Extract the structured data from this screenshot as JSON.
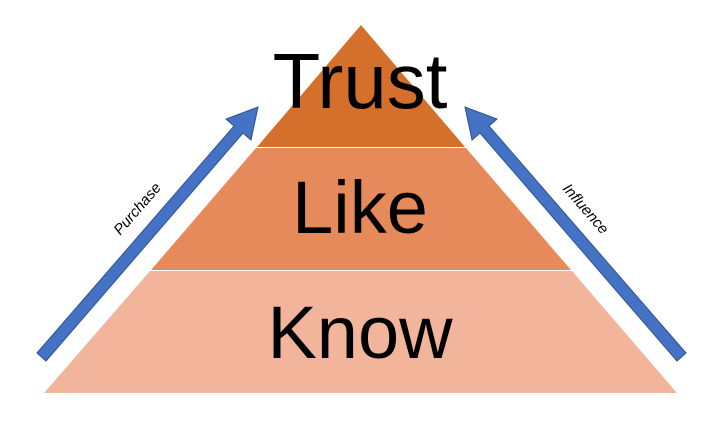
{
  "pyramid": {
    "tiers": [
      {
        "label": "Trust",
        "color": "#d5702c"
      },
      {
        "label": "Like",
        "color": "#e68a5c"
      },
      {
        "label": "Know",
        "color": "#f2b49a"
      }
    ]
  },
  "arrows": {
    "left_label": "Purchase",
    "right_label": "Influence",
    "color": "#4472c4",
    "outline": "#2f528f"
  }
}
